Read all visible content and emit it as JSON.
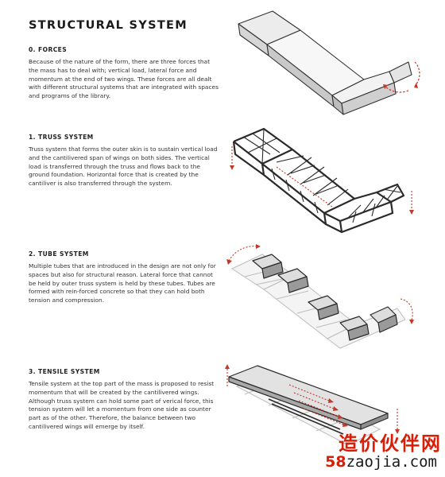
{
  "title": "STRUCTURAL SYSTEM",
  "sections": [
    {
      "heading": "0. FORCES",
      "body": "Because of the nature of the form, there are three forces that the mass has to deal with; vertical load, lateral force and momentum at the end of two wings. These forces are all dealt with different structural systems that are integrated with spaces and programs of the library."
    },
    {
      "heading": "1. TRUSS SYSTEM",
      "body": "Truss system that forms the outer skin is to sustain vertical load and the cantilivered span of wings on both sides. The vertical load is transferred through the truss and flows back to the ground foundation. Horizontal force that is created by the cantiliver is also transferred through the system."
    },
    {
      "heading": "2. TUBE SYSTEM",
      "body": "Multiple tubes that are introduced in the design are not only for spaces but also for structural reason. Lateral force that cannot be held by outer truss system is held by these tubes. Tubes are formed with rein-forced concrete so that they can hold both tension and compression."
    },
    {
      "heading": "3. TENSILE SYSTEM",
      "body": "Tensile system at the top part of the mass is proposed to resist momentum that will be created by the cantilivered wings. Although truss system can hold some part of verical force, this tension system will let a momentum from one side as counter part as of the other. Therefore, the balance between two cantilivered wings will emerge by itself."
    }
  ],
  "watermark": {
    "chinese": "造价伙伴网",
    "number": "58",
    "domain": "zaojia.com"
  },
  "colors": {
    "arrow": "#c0392b",
    "watermark": "#d81e06"
  }
}
